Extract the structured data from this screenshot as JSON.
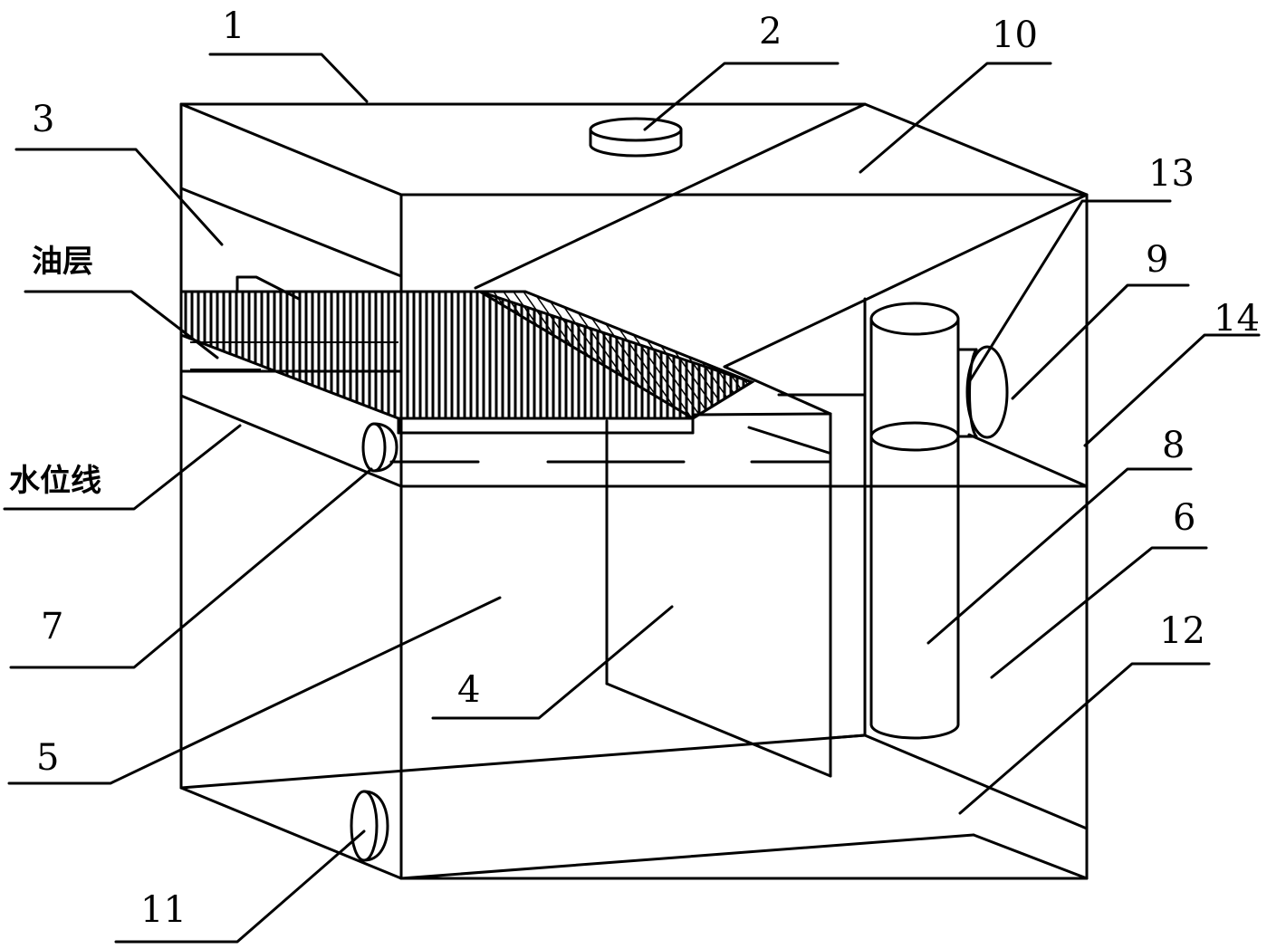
{
  "labels": {
    "n1": "1",
    "n2": "2",
    "n3": "3",
    "n4": "4",
    "n5": "5",
    "n6": "6",
    "n7": "7",
    "n8": "8",
    "n9": "9",
    "n10": "10",
    "n11": "11",
    "n12": "12",
    "n13": "13",
    "n14": "14",
    "oil_layer": "油层",
    "water_line": "水位线"
  }
}
